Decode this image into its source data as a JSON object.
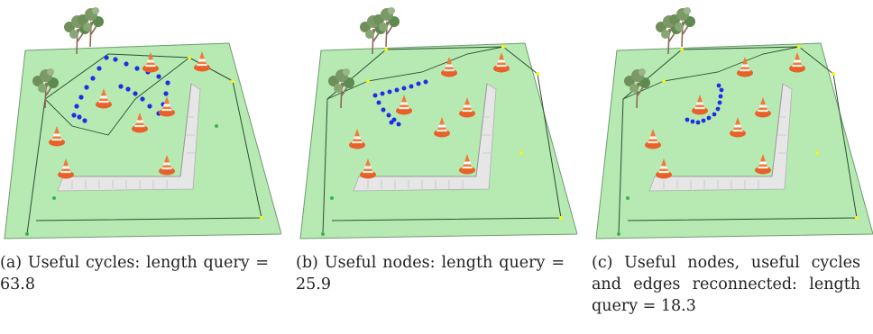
{
  "figure": {
    "colors": {
      "ground": "#b6eab2",
      "ground_edge": "#6f9a70",
      "wall": "#e2e2e2",
      "graph_edge": "#2f4d33",
      "path_nodes": "#1f2de6",
      "cone": "#f07a3a",
      "graph_node_yellow": "#f3f31a",
      "graph_node_green": "#3fb34a"
    },
    "icons": [
      "tree-icon",
      "traffic-cone-icon"
    ],
    "panels": [
      {
        "id": "a",
        "caption": "(a) Useful cycles: length query = 63.8"
      },
      {
        "id": "b",
        "caption": "(b) Useful nodes: length query = 25.9"
      },
      {
        "id": "c",
        "caption": "(c) Useful nodes, useful cycles and edges reconnected: length query = 18.3"
      }
    ]
  }
}
